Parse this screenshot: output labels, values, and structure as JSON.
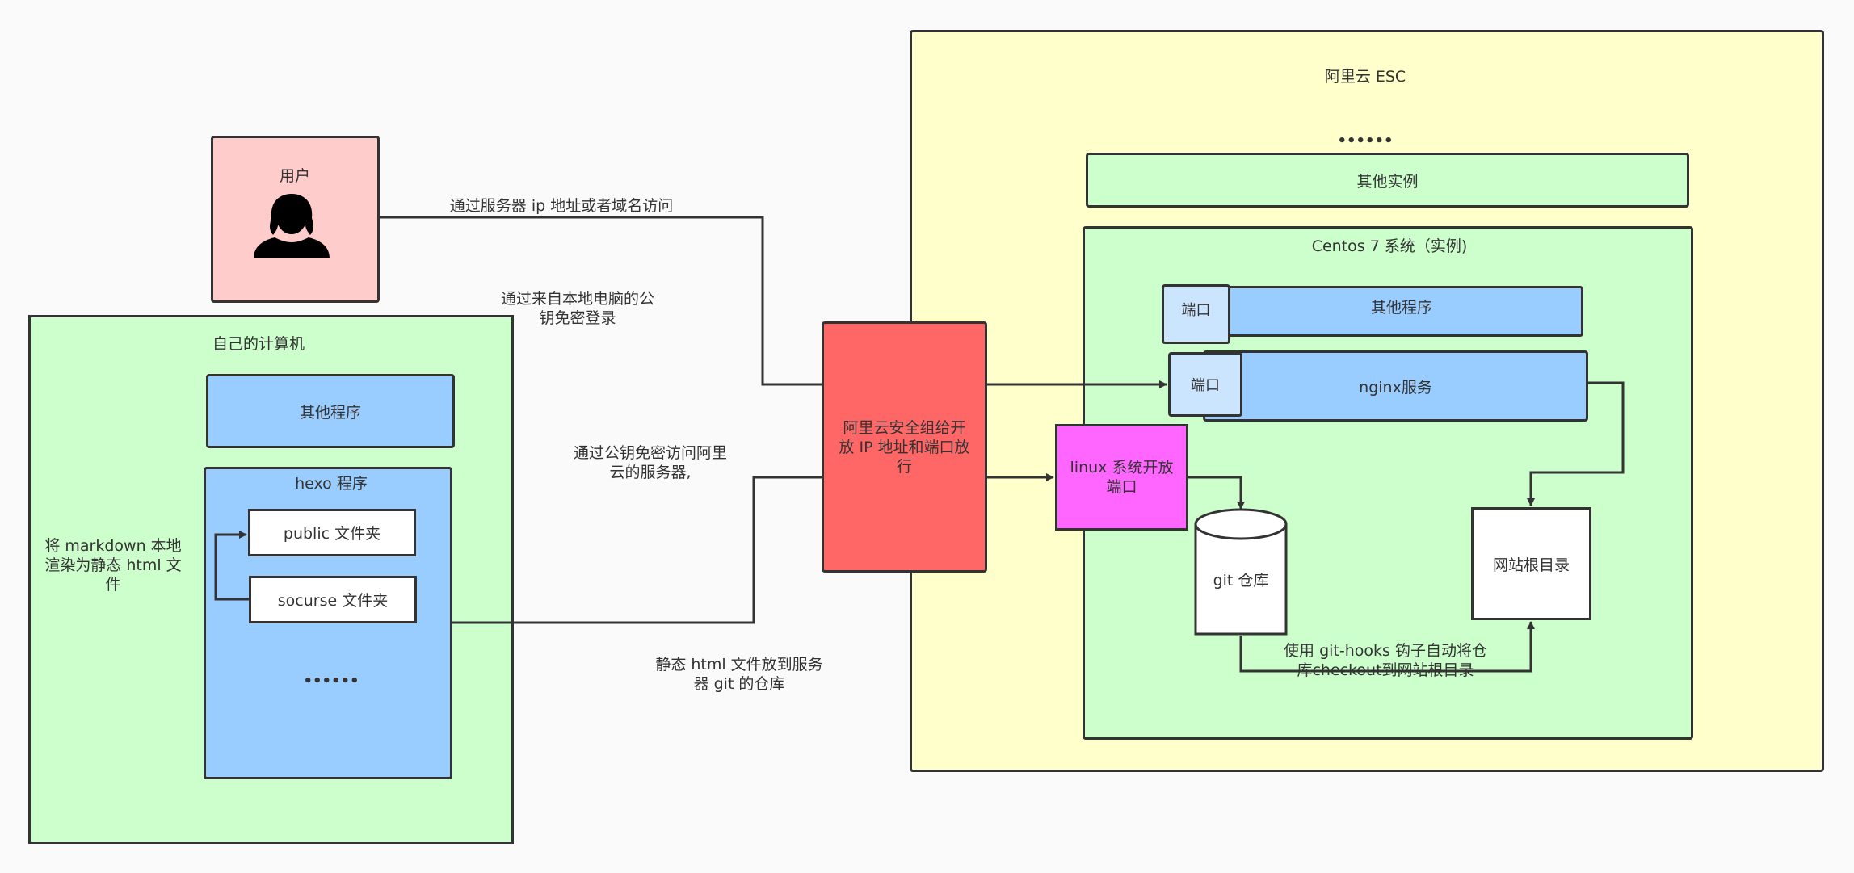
{
  "cloud": {
    "title": "阿里云 ESC",
    "dots": "••••••",
    "other_instances": "其他实例"
  },
  "centos": {
    "title": "Centos 7 系统（实例)",
    "port_label": "端口",
    "other_programs": "其他程序",
    "nginx": "nginx服务",
    "linux_port": "linux 系统开放\n端口",
    "git_repo": "git 仓库",
    "web_root": "网站根目录",
    "hooks_note": "使用 git-hooks 钩子自动将仓\n库checkout到网站根目录"
  },
  "security_group": "阿里云安全组给开\n放 IP 地址和端口放\n行",
  "user": {
    "label": "用户",
    "icon": "user-icon"
  },
  "edges": {
    "user_access": "通过服务器 ip 地址或者域名访问",
    "local_key_login": "通过来自本地电脑的公\n钥免密登录",
    "key_access": "通过公钥免密访问阿里\n云的服务器,",
    "static_to_git": "静态 html 文件放到服务\n器 git 的仓库"
  },
  "local": {
    "title": "自己的计算机",
    "other_programs": "其他程序",
    "hexo": "hexo 程序",
    "public_folder": "public 文件夹",
    "source_folder": "socurse 文件夹",
    "dots": "••••••",
    "render_note": "将 markdown 本地\n渲染为静态 html 文\n件"
  },
  "colors": {
    "cloud_bg": "#ffffcc",
    "green_bg": "#ccffcc",
    "blue_bg": "#99ccff",
    "user_bg": "#ffcccc",
    "security_bg": "#ff6666",
    "linux_bg": "#ff66ff",
    "port_bg": "#cce5ff",
    "white": "#ffffff",
    "stroke": "#333333"
  }
}
